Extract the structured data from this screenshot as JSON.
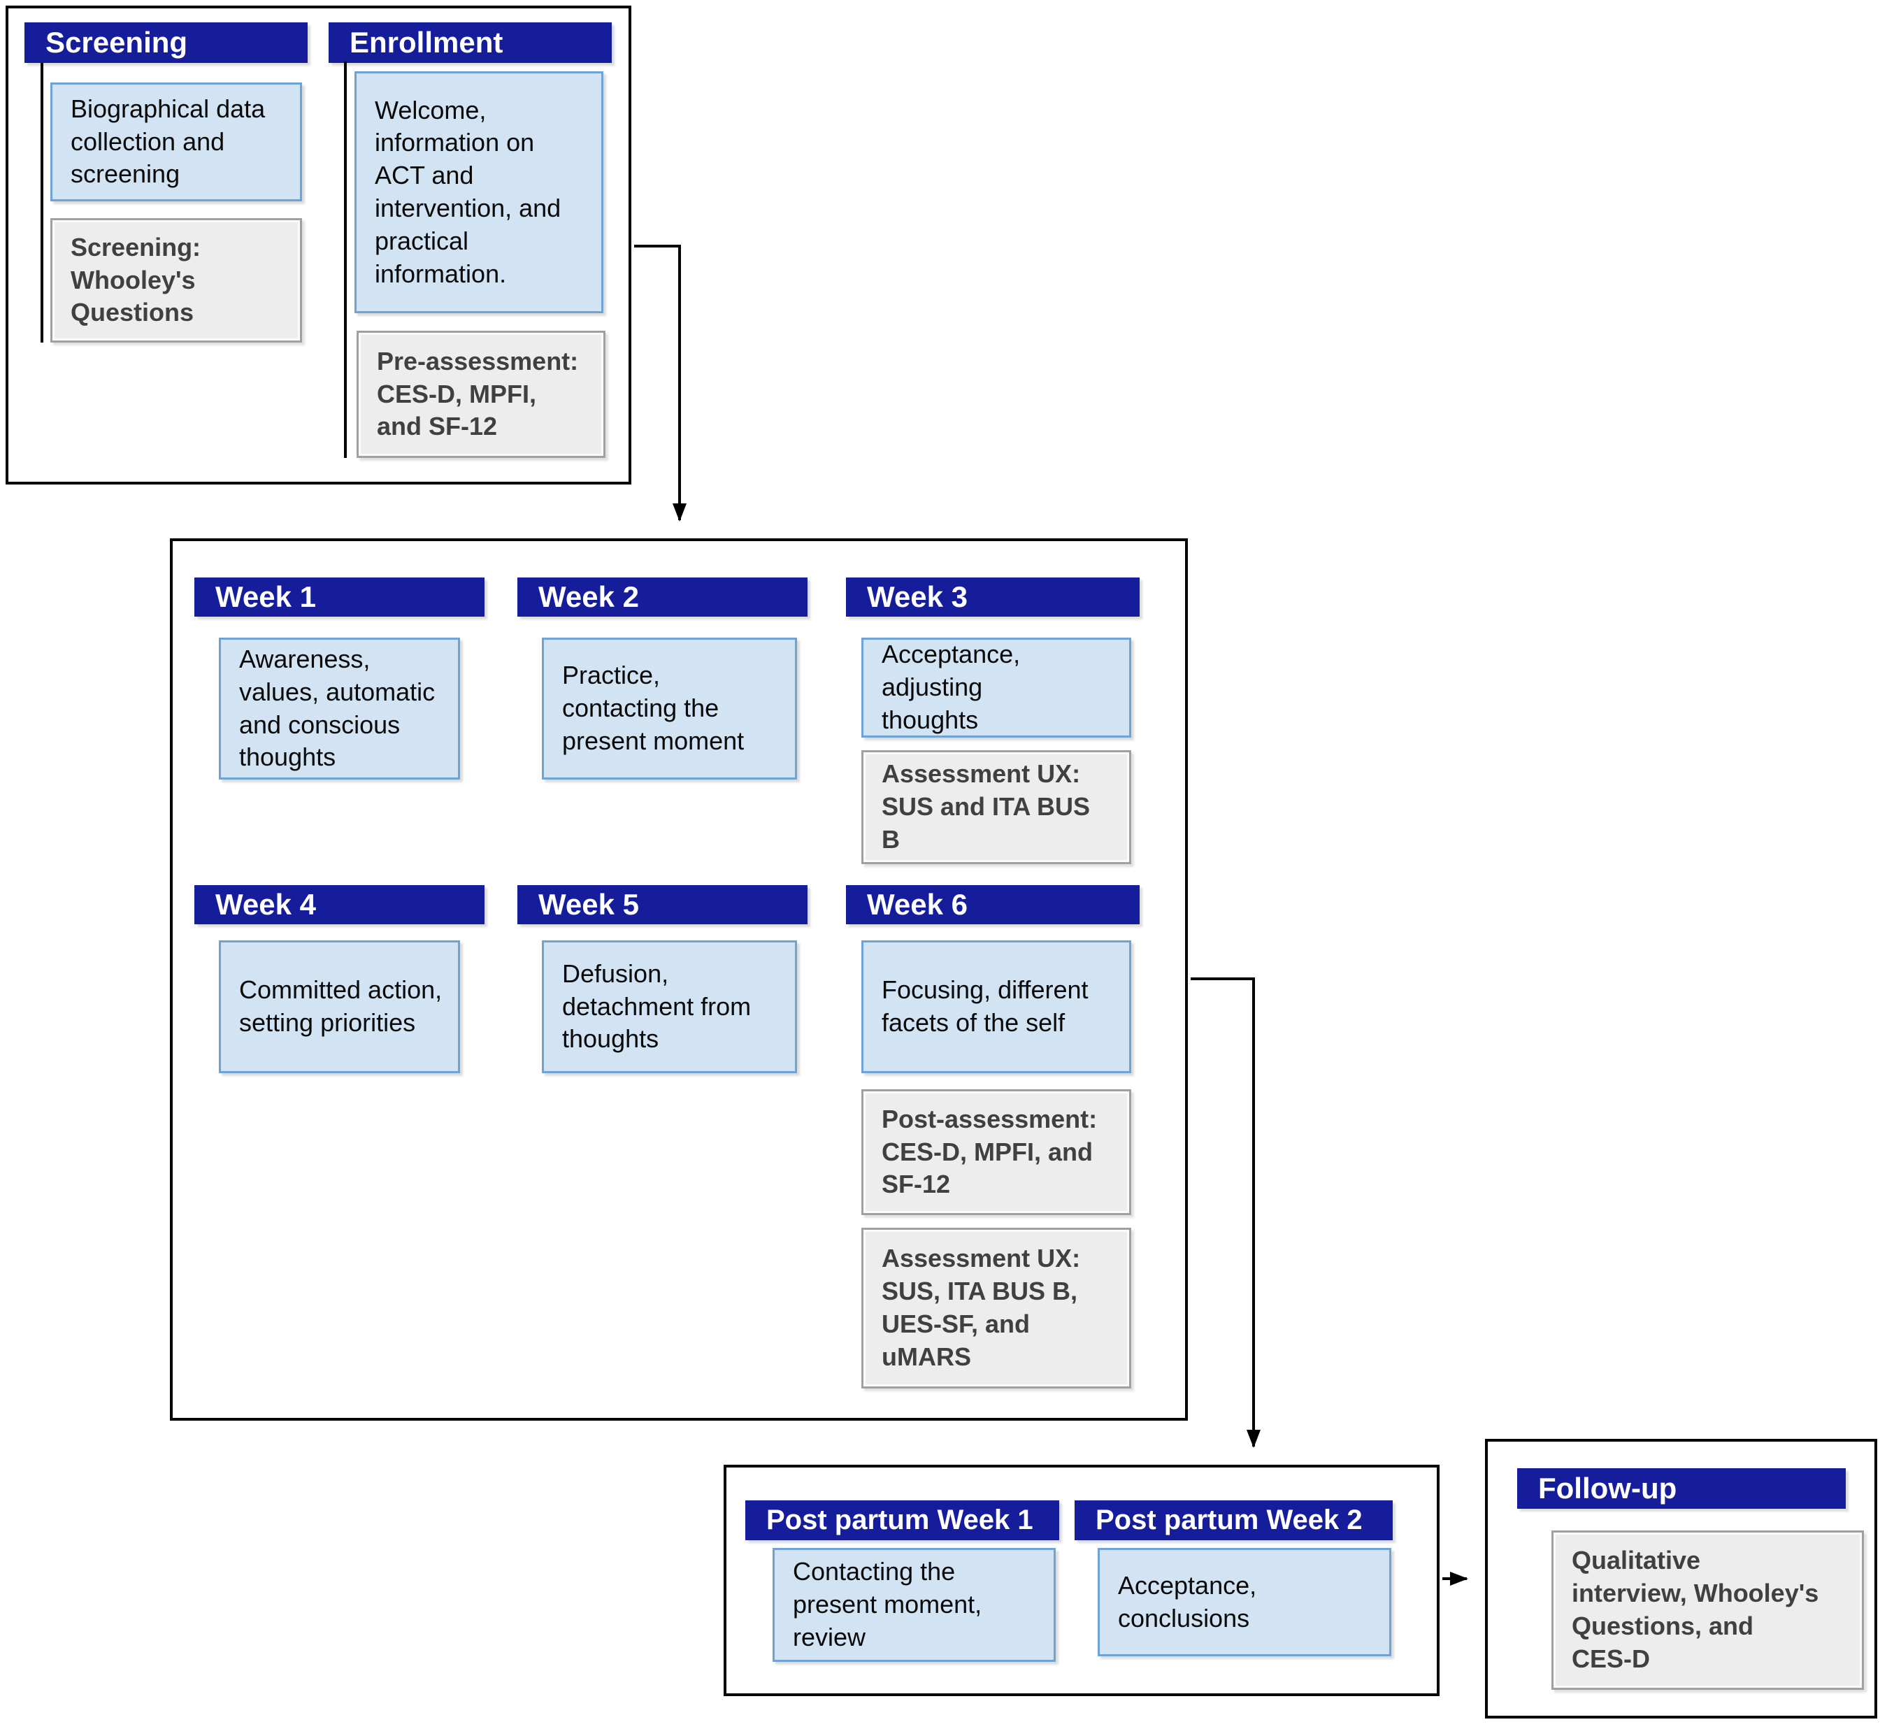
{
  "colors": {
    "header_bg": "#151d9b",
    "header_text": "#ffffff",
    "card_blue_bg": "#d2e3f3",
    "card_blue_border": "#6fa3d6",
    "card_gray_bg": "#ededed",
    "card_gray_border": "#a0a0a0",
    "card_gray_text": "#404040",
    "connector": "#000000"
  },
  "screening": {
    "title": "Screening",
    "biographical_card": "Biographical data\ncollection and\nscreening",
    "whooley_card": "Screening:\nWhooley's\nQuestions"
  },
  "enrollment": {
    "title": "Enrollment",
    "welcome_card": "Welcome,\ninformation on\nACT and\nintervention, and\npractical\ninformation.",
    "preassessment_card": "Pre-assessment:\nCES-D, MPFI,\nand SF-12"
  },
  "weeks": [
    {
      "title": "Week 1",
      "content": "Awareness,\nvalues, automatic\nand conscious\nthoughts"
    },
    {
      "title": "Week 2",
      "content": "Practice,\ncontacting the\npresent moment"
    },
    {
      "title": "Week 3",
      "content": "Acceptance,\nadjusting\nthoughts",
      "assessment": "Assessment UX:\nSUS and ITA BUS\nB"
    },
    {
      "title": "Week 4",
      "content": "Committed action,\nsetting priorities"
    },
    {
      "title": "Week 5",
      "content": "Defusion,\ndetachment from\nthoughts"
    },
    {
      "title": "Week 6",
      "content": "Focusing, different\nfacets of the self",
      "post_assessment": "Post-assessment:\nCES-D, MPFI, and\nSF-12",
      "assessment_ux": "Assessment UX:\nSUS, ITA BUS B,\nUES-SF, and\nuMARS"
    }
  ],
  "postpartum": {
    "week1": {
      "title": "Post partum Week 1",
      "content": "Contacting the\npresent moment,\nreview"
    },
    "week2": {
      "title": "Post partum Week 2",
      "content": "Acceptance,\nconclusions"
    }
  },
  "followup": {
    "title": "Follow-up",
    "content": "Qualitative\ninterview, Whooley's\nQuestions, and\nCES-D"
  }
}
